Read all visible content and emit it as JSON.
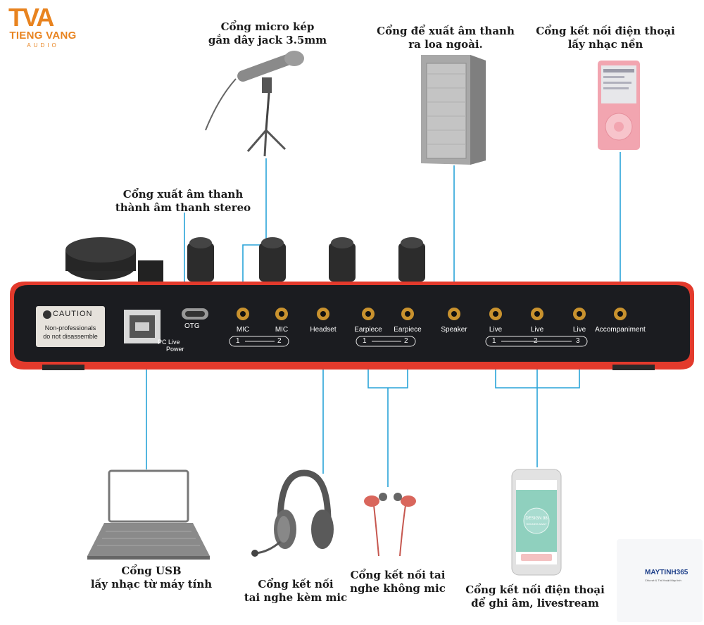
{
  "logo": {
    "mark": "TVA",
    "brand": "TIENG VANG",
    "sub": "AUDIO"
  },
  "watermark": {
    "brand": "MAYTINH365",
    "tagline": "Chia sẻ & Thủ thuật Máy tính"
  },
  "captions": {
    "mic": [
      "Cổng micro kép",
      "gắn dây jack 3.5mm"
    ],
    "speaker": [
      "Cổng để xuất âm thanh",
      "ra loa ngoài."
    ],
    "phone_top": [
      "Cổng kết nối điện thoại",
      "lấy nhạc nền"
    ],
    "stereo": [
      "Cổng xuất âm thanh",
      "thành âm thanh stereo"
    ],
    "usb": [
      "Cổng USB",
      "lấy nhạc từ máy tính"
    ],
    "headset": [
      "Cổng kết nối",
      "tai nghe kèm mic"
    ],
    "earphone": [
      "Cổng kết nối tai",
      "nghe không mic"
    ],
    "phone_bottom": [
      "Cổng kết nối điện thoại",
      "để ghi âm, livestream"
    ]
  },
  "device": {
    "caution_title": "CAUTION",
    "caution_body": [
      "Non-professionals",
      "do not disassemble"
    ],
    "usb_label": [
      "PC Live",
      "Power"
    ],
    "otg": "OTG",
    "ports": [
      "MIC",
      "MIC",
      "Headset",
      "Earpiece",
      "Earpiece",
      "Speaker",
      "Live",
      "Live",
      "Live",
      "Accompaniment"
    ],
    "group_numbers": {
      "mic": [
        "1",
        "2"
      ],
      "earpiece": [
        "1",
        "2"
      ],
      "live": [
        "1",
        "2",
        "3"
      ]
    }
  },
  "phone_screen": {
    "title": "DESIGN 98",
    "sub": "SOUNDS AWAY"
  },
  "colors": {
    "connector": "#29a4d9",
    "device_body": "#1b1c20",
    "device_accent": "#e33a2c",
    "caption": "#1a1a1a",
    "brand": "#e8831f"
  }
}
